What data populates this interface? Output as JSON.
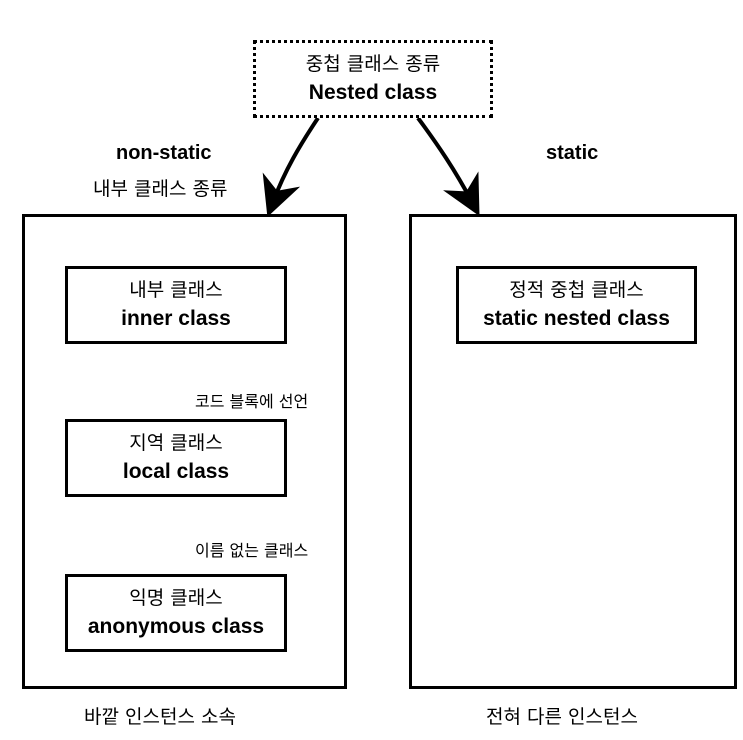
{
  "root": {
    "korean": "중첩 클래스 종류",
    "english": "Nested class"
  },
  "branches": {
    "left_label": "non-static",
    "left_sublabel": "내부 클래스 종류",
    "right_label": "static"
  },
  "left_container": {
    "footer": "바깥 인스턴스 소속",
    "nodes": [
      {
        "korean": "내부 클래스",
        "english": "inner class"
      },
      {
        "korean": "지역 클래스",
        "english": "local class"
      },
      {
        "korean": "익명 클래스",
        "english": "anonymous class"
      }
    ],
    "edges": [
      {
        "label": "코드 블록에 선언"
      },
      {
        "label": "이름 없는 클래스"
      }
    ]
  },
  "right_container": {
    "footer": "전혀 다른 인스턴스",
    "nodes": [
      {
        "korean": "정적 중첩 클래스",
        "english": "static nested class"
      }
    ]
  }
}
